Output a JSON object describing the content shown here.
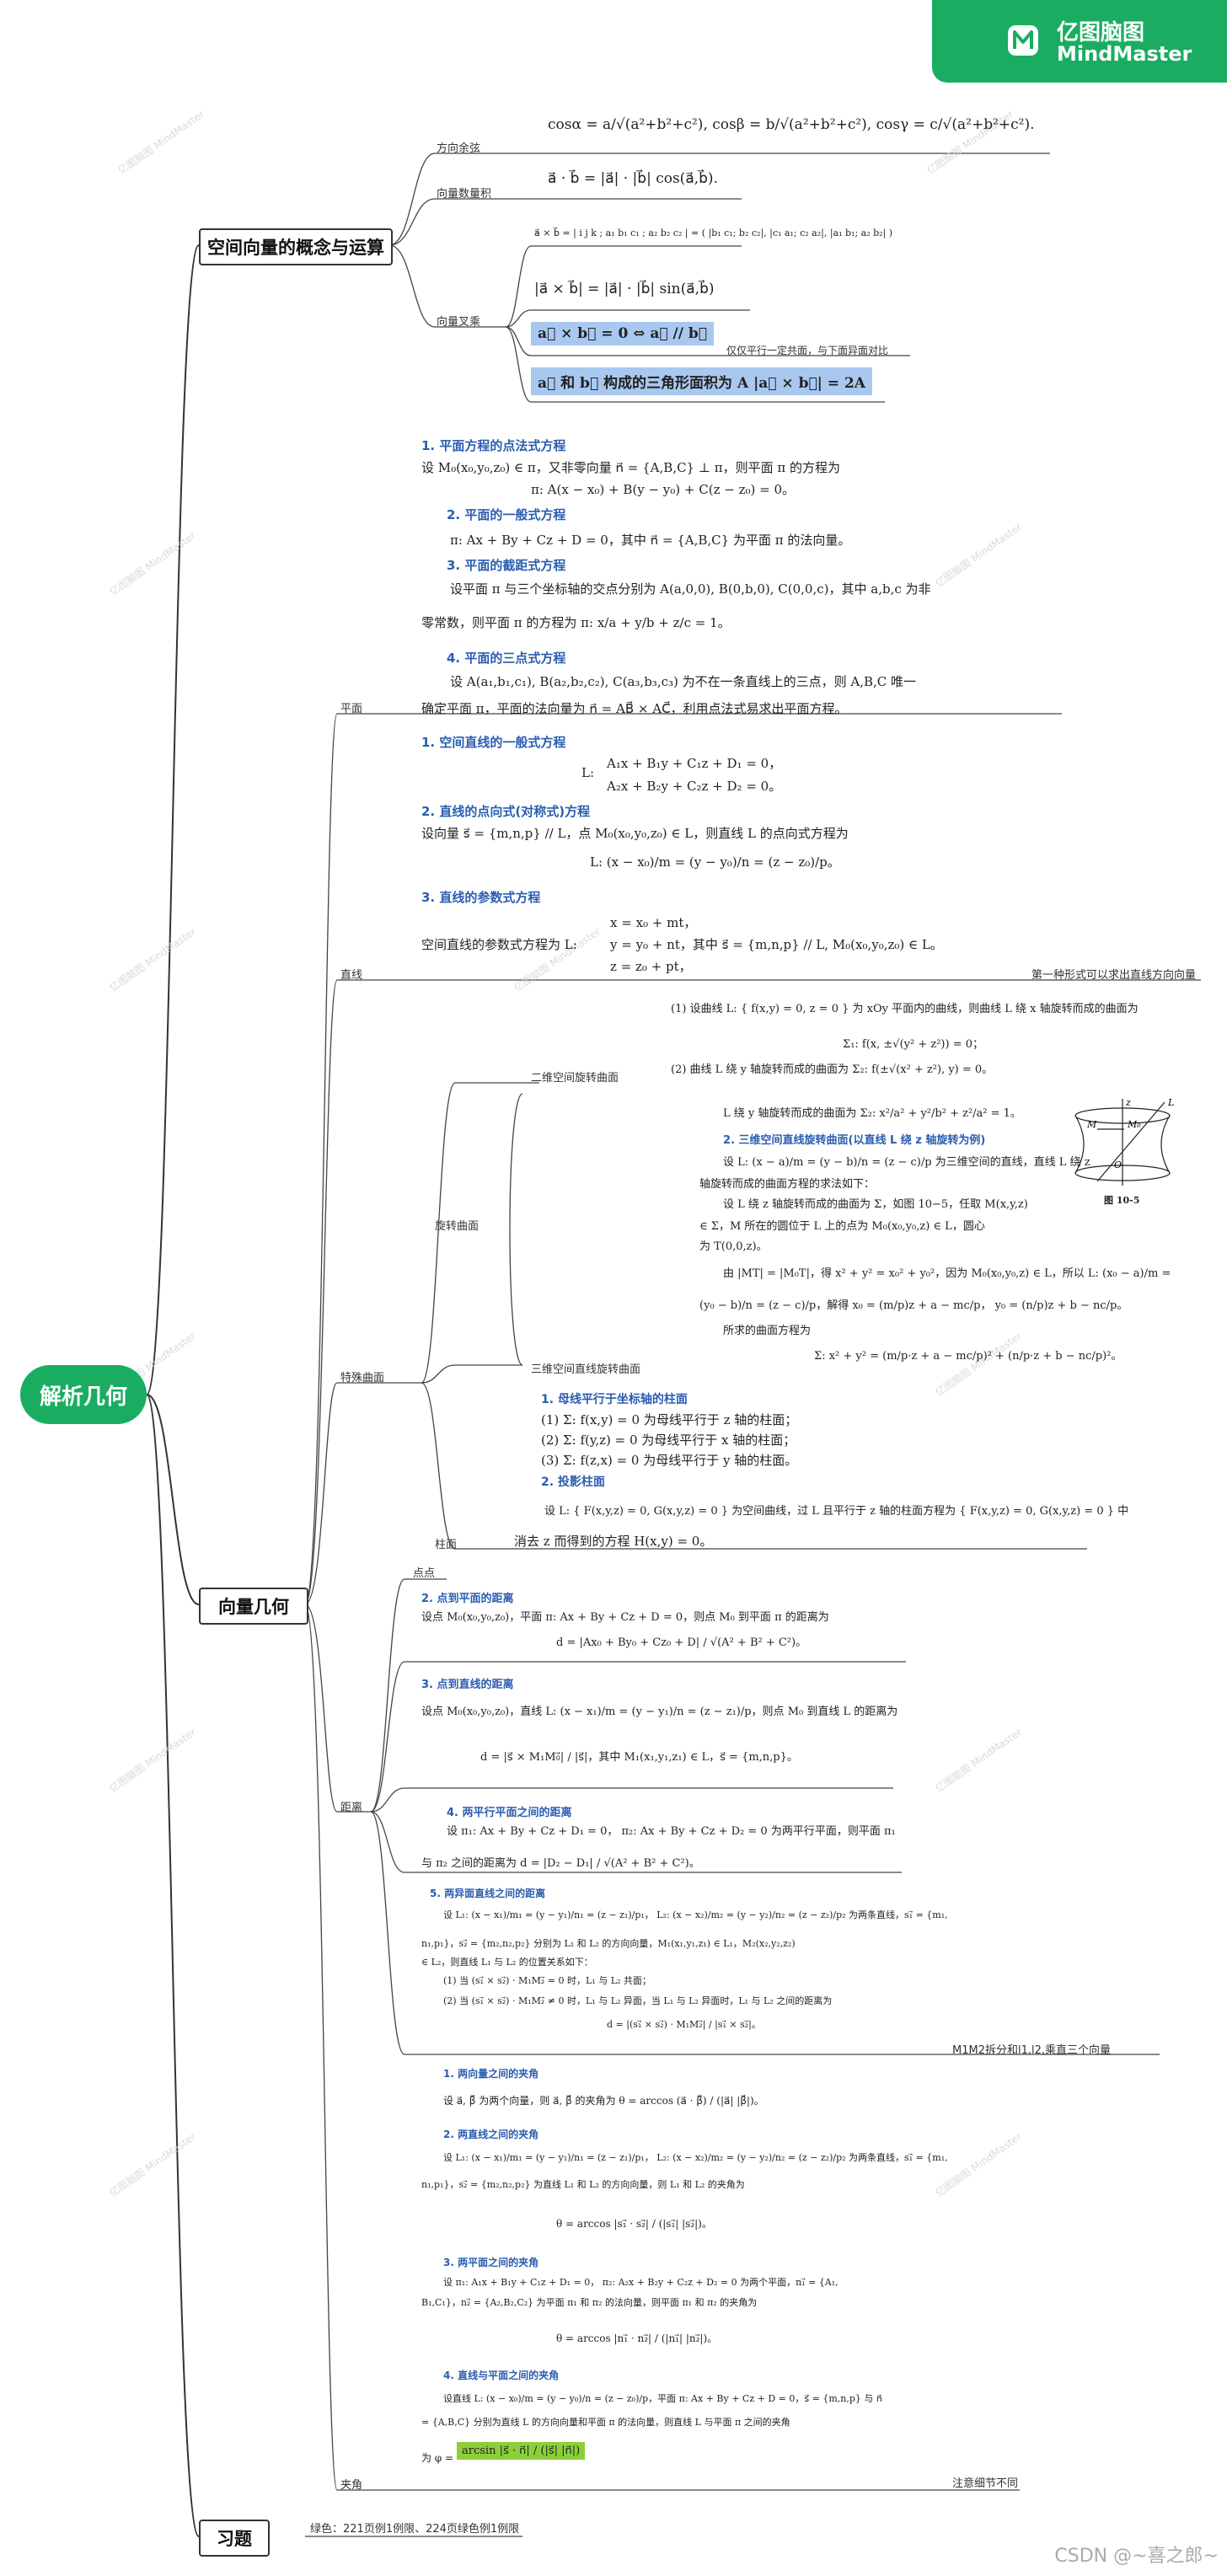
{
  "brand": {
    "name_cn": "亿图脑图",
    "name_en": "MindMaster",
    "logo_icon": "mindmaster-logo-icon",
    "color": "#1aad61"
  },
  "root": {
    "label": "解析几何"
  },
  "topics": {
    "t1": "空间向量的概念与运算",
    "t2": "向量几何",
    "t3": "习题"
  },
  "t1_subs": {
    "direction_cos": "方向余弦",
    "dot": "向量数量积",
    "cross": "向量叉乘"
  },
  "t1_content": {
    "direction_cos_formula": "cosα = a/√(a²+b²+c²),   cosβ = b/√(a²+b²+c²),   cosγ = c/√(a²+b²+c²).",
    "dot_formula": "a⃗ · b⃗ = |a⃗| · |b⃗| cos(a⃗,b⃗).",
    "cross_det": "a⃗ × b⃗ = | i j k ; a₁ b₁ c₁ ; a₂ b₂ c₂ | = ( |b₁ c₁; b₂ c₂|, |c₁ a₁; c₂ a₂|, |a₁ b₁; a₂ b₂| )",
    "cross_norm": "|a⃗ × b⃗| = |a⃗| · |b⃗| sin(a⃗,b⃗)",
    "cross_zero": "a⃗ × b⃗ = 0 ⇔ a⃗ // b⃗",
    "cross_zero_note": "仅仅平行一定共面，与下面异面对比",
    "cross_area": "a⃗ 和 b⃗ 构成的三角形面积为 A  |a⃗ × b⃗| = 2A"
  },
  "t2_subs": {
    "plane": "平面",
    "line": "直线",
    "special": "特殊曲面",
    "distance": "距离",
    "angle": "夹角"
  },
  "plane": {
    "h1": "1. 平面方程的点法式方程",
    "p1a": "设 M₀(x₀,y₀,z₀) ∈ π，又非零向量 n⃗ = {A,B,C} ⊥ π，则平面 π 的方程为",
    "p1b": "π: A(x − x₀) + B(y − y₀) + C(z − z₀) = 0。",
    "h2": "2. 平面的一般式方程",
    "p2": "π: Ax + By + Cz + D = 0，其中 n⃗ = {A,B,C} 为平面 π 的法向量。",
    "h3": "3. 平面的截距式方程",
    "p3a": "设平面 π 与三个坐标轴的交点分别为 A(a,0,0), B(0,b,0), C(0,0,c)，其中 a,b,c 为非",
    "p3b": "零常数，则平面 π 的方程为 π: x/a + y/b + z/c = 1。",
    "h4": "4. 平面的三点式方程",
    "p4a": "设 A(a₁,b₁,c₁), B(a₂,b₂,c₂), C(a₃,b₃,c₃) 为不在一条直线上的三点，则 A,B,C 唯一",
    "p4b": "确定平面 π，平面的法向量为 n⃗ = AB⃗ × AC⃗，利用点法式易求出平面方程。"
  },
  "line": {
    "h1": "1. 空间直线的一般式方程",
    "p1a": "A₁x + B₁y + C₁z + D₁ = 0，",
    "p1b": "A₂x + B₂y + C₂z + D₂ = 0。",
    "p1l": "L:",
    "h2": "2. 直线的点向式(对称式)方程",
    "p2a": "设向量 s⃗ = {m,n,p} // L，点 M₀(x₀,y₀,z₀) ∈ L，则直线 L 的点向式方程为",
    "p2b": "L: (x − x₀)/m = (y − y₀)/n = (z − z₀)/p。",
    "h3": "3. 直线的参数式方程",
    "p3l": "空间直线的参数式方程为 L:",
    "p3a": "x = x₀ + mt，",
    "p3b": "y = y₀ + nt，其中 s⃗ = {m,n,p} // L, M₀(x₀,y₀,z₀) ∈ L。",
    "p3c": "z = z₀ + pt，",
    "note": "第一种形式可以求出直线方向向量"
  },
  "special": {
    "rot": "旋转曲面",
    "rot2d": "二维空间旋转曲面",
    "rot3d": "三维空间直线旋转曲面",
    "cyl": "柱面",
    "r1a": "(1) 设曲线 L: { f(x,y) = 0, z = 0 } 为 xOy 平面内的曲线，则曲线 L 绕 x 轴旋转而成的曲面为",
    "r1b": "Σ₁: f(x, ±√(y² + z²)) = 0；",
    "r1c": "(2) 曲线 L 绕 y 轴旋转而成的曲面为 Σ₂: f(±√(x² + z²), y) = 0。",
    "e1": "L 绕 y 轴旋转而成的曲面为 Σ₂: x²/a² + y²/b² + z²/a² = 1。",
    "h3d": "2. 三维空间直线旋转曲面(以直线 L 绕 z 轴旋转为例)",
    "d1": "设 L: (x − a)/m = (y − b)/n = (z − c)/p 为三维空间的直线，直线 L 绕 z",
    "d2": "轴旋转而成的曲面方程的求法如下：",
    "d3": "设 L 绕 z 轴旋转而成的曲面为 Σ，如图 10−5，任取 M(x,y,z)",
    "d4": "∈ Σ，M 所在的圆位于 L 上的点为 M₀(x₀,y₀,z) ∈ L，圆心",
    "d5": "为 T(0,0,z)。",
    "d6": "由 |MT| = |M₀T|，得 x² + y² = x₀² + y₀²，因为 M₀(x₀,y₀,z) ∈ L，所以 L: (x₀ − a)/m =",
    "d7": "(y₀ − b)/n = (z − c)/p，解得 x₀ = (m/p)z + a − mc/p，  y₀ = (n/p)z + b − nc/p。",
    "d8": "所求的曲面方程为",
    "d9": "Σ: x² + y² = (m/p·z + a − mc/p)² + (n/p·z + b − nc/p)²。",
    "fig_caption": "图 10-5",
    "fig_labels": [
      "z",
      "L",
      "M",
      "M₀",
      "O"
    ],
    "ch1": "1. 母线平行于坐标轴的柱面",
    "c1": "(1) Σ: f(x,y) = 0 为母线平行于 z 轴的柱面；",
    "c2": "(2) Σ: f(y,z) = 0 为母线平行于 x 轴的柱面；",
    "c3": "(3) Σ: f(z,x) = 0 为母线平行于 y 轴的柱面。",
    "ch2": "2. 投影柱面",
    "c4": "设 L: { F(x,y,z) = 0, G(x,y,z) = 0 } 为空间曲线，过 L 且平行于 z 轴的柱面方程为 { F(x,y,z) = 0, G(x,y,z) = 0 } 中",
    "c5": "消去 z 而得到的方程 H(x,y) = 0。"
  },
  "distance": {
    "pt": "点点",
    "h2": "2. 点到平面的距离",
    "a1": "设点 M₀(x₀,y₀,z₀)，平面 π: Ax + By + Cz + D = 0，则点 M₀ 到平面 π 的距离为",
    "a2": "d = |Ax₀ + By₀ + Cz₀ + D| / √(A² + B² + C²)。",
    "h3": "3. 点到直线的距离",
    "b1": "设点 M₀(x₀,y₀,z₀)，直线 L: (x − x₁)/m = (y − y₁)/n = (z − z₁)/p，则点 M₀ 到直线 L 的距离为",
    "b2": "d = |s⃗ × M₁M₀⃗| / |s⃗|，其中 M₁(x₁,y₁,z₁) ∈ L，s⃗ = {m,n,p}。",
    "h4": "4. 两平行平面之间的距离",
    "c1": "设 π₁: Ax + By + Cz + D₁ = 0，  π₂: Ax + By + Cz + D₂ = 0 为两平行平面，则平面 π₁",
    "c2": "与 π₂ 之间的距离为 d = |D₂ − D₁| / √(A² + B² + C²)。",
    "h5": "5. 两异面直线之间的距离",
    "d1": "设 L₁: (x − x₁)/m₁ = (y − y₁)/n₁ = (z − z₁)/p₁，  L₂: (x − x₂)/m₂ = (y − y₂)/n₂ = (z − z₂)/p₂ 为两条直线，s₁⃗ = {m₁,",
    "d2": "n₁,p₁}，s₂⃗ = {m₂,n₂,p₂} 分别为 L₁ 和 L₂ 的方向向量，M₁(x₁,y₁,z₁) ∈ L₁，M₂(x₂,y₂,z₂)",
    "d3": "∈ L₂，则直线 L₁ 与 L₂ 的位置关系如下：",
    "d4": "(1) 当 (s₁⃗ × s₂⃗) · M₁M₂⃗ = 0 时，L₁ 与 L₂ 共面；",
    "d5": "(2) 当 (s₁⃗ × s₂⃗) · M₁M₂⃗ ≠ 0 时，L₁ 与 L₂ 异面，当 L₁ 与 L₂ 异面时，L₁ 与 L₂ 之间的距离为",
    "d6": "d = |(s₁⃗ × s₂⃗) · M₁M₂⃗| / |s₁⃗ × s₂⃗|。",
    "note": "M1M2拆分和l1,l2,乘直三个向量"
  },
  "angle": {
    "h1": "1. 两向量之间的夹角",
    "a1": "设 a⃗, β⃗ 为两个向量，则 a⃗, β⃗ 的夹角为 θ = arccos (a⃗ · β⃗) / (|a⃗| |β⃗|)。",
    "h2": "2. 两直线之间的夹角",
    "b1": "设 L₁: (x − x₁)/m₁ = (y − y₁)/n₁ = (z − z₁)/p₁，  L₂: (x − x₂)/m₂ = (y − y₂)/n₂ = (z − z₂)/p₂ 为两条直线，s₁⃗ = {m₁,",
    "b2": "n₁,p₁}，s₂⃗ = {m₂,n₂,p₂} 为直线 L₁ 和 L₂ 的方向向量，则 L₁ 和 L₂ 的夹角为",
    "b3": "θ = arccos |s₁⃗ · s₂⃗| / (|s₁⃗| |s₂⃗|)。",
    "h3": "3. 两平面之间的夹角",
    "c1": "设 π₁: A₁x + B₁y + C₁z + D₁ = 0，  π₂: A₂x + B₂y + C₂z + D₂ = 0 为两个平面，n₁⃗ = {A₁,",
    "c2": "B₁,C₁}，n₂⃗ = {A₂,B₂,C₂} 为平面 π₁ 和 π₂ 的法向量，则平面 π₁ 和 π₂ 的夹角为",
    "c3": "θ = arccos |n₁⃗ · n₂⃗| / (|n₁⃗| |n₂⃗|)。",
    "h4": "4. 直线与平面之间的夹角",
    "d1": "设直线 L: (x − x₀)/m = (y − y₀)/n = (z − z₀)/p，平面 π: Ax + By + Cz + D = 0，s⃗ = {m,n,p} 与 n⃗",
    "d2": "= {A,B,C} 分别为直线 L 的方向向量和平面 π 的法向量，则直线 L 与平面 π 之间的夹角",
    "d3": "为 φ =",
    "d3box": "arcsin |s⃗ · n⃗| / (|s⃗| |n⃗|)",
    "note": "注意细节不同"
  },
  "exercise": {
    "note": "绿色：221页例1例限、224页绿色例1例限"
  },
  "watermark": "亿图脑图 MindMaster",
  "footer": "CSDN @~喜之郎~",
  "colors": {
    "accent": "#1aad61",
    "heading_blue": "#2a5db0",
    "highlight_blue": "#a9c8f0",
    "highlight_green": "#8ccf3a"
  }
}
